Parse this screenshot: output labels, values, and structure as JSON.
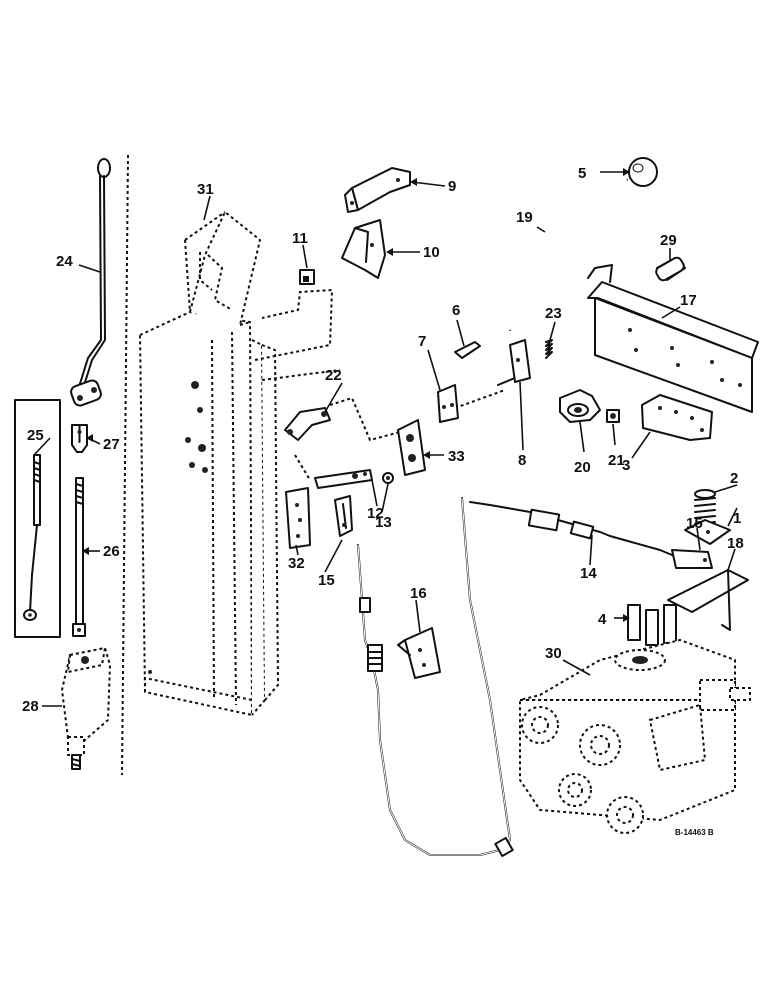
{
  "callouts": {
    "c1": "1",
    "c2": "2",
    "c3": "3",
    "c4": "4",
    "c5": "5",
    "c6": "6",
    "c7": "7",
    "c8": "8",
    "c9": "9",
    "c10": "10",
    "c11": "11",
    "c12": "12",
    "c13": "13",
    "c14": "14",
    "c15a": "15",
    "c15b": "15",
    "c16": "16",
    "c17": "17",
    "c18": "18",
    "c19": "19",
    "c20": "20",
    "c21": "21",
    "c22": "22",
    "c23": "23",
    "c24": "24",
    "c25": "25",
    "c26": "26",
    "c27": "27",
    "c28": "28",
    "c29": "29",
    "c30": "30",
    "c31": "31",
    "c32": "32",
    "c33": "33"
  },
  "drawing_id": "B-14463 B"
}
